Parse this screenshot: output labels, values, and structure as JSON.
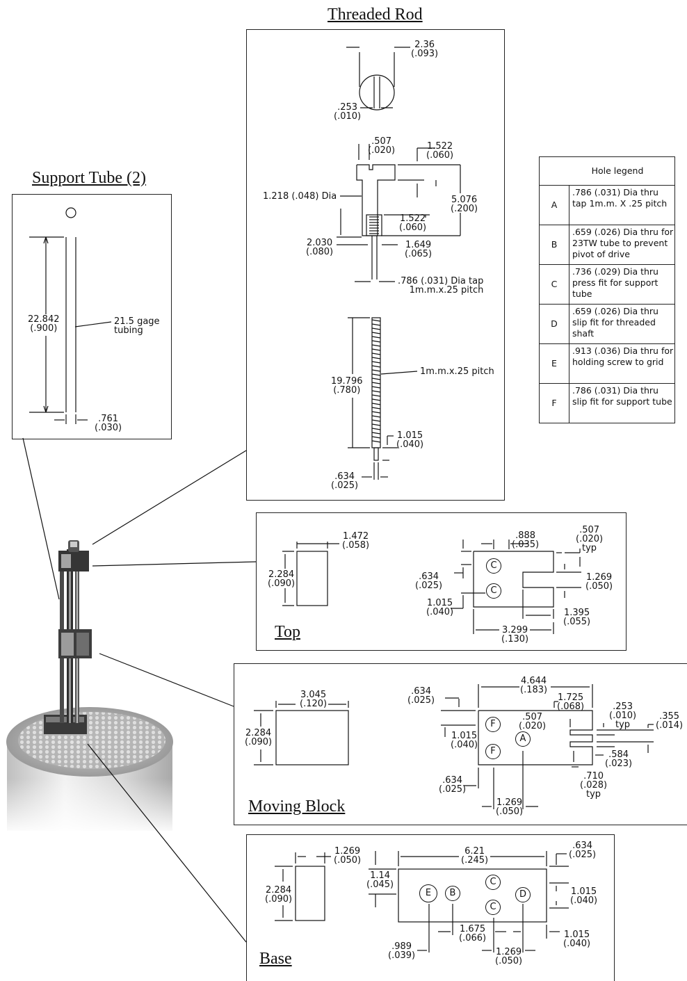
{
  "titles": {
    "threaded_rod": "Threaded Rod",
    "support_tube": "Support Tube (2)",
    "top": "Top",
    "moving_block": "Moving Block",
    "base": "Base"
  },
  "legend": {
    "header": "Hole legend",
    "rows": [
      {
        "key": "A",
        "desc": ".786 (.031) Dia thru tap 1m.m. X .25 pitch"
      },
      {
        "key": "B",
        "desc": ".659 (.026) Dia thru for 23TW tube to prevent pivot of drive"
      },
      {
        "key": "C",
        "desc": ".736 (.029) Dia thru press fit for support tube"
      },
      {
        "key": "D",
        "desc": ".659 (.026) Dia thru slip fit for threaded shaft"
      },
      {
        "key": "E",
        "desc": ".913 (.036) Dia thru for holding screw to grid"
      },
      {
        "key": "F",
        "desc": ".786 (.031) Dia thru slip fit for support tube"
      }
    ]
  },
  "support_tube": {
    "length": {
      "mm": "22.842",
      "in": "(.900)"
    },
    "width": {
      "mm": ".761",
      "in": "(.030)"
    },
    "note_line1": "21.5 gage",
    "note_line2": "tubing"
  },
  "threaded_rod": {
    "head_dia": {
      "mm": "2.36",
      "in": "(.093)"
    },
    "slot": {
      "mm": ".253",
      "in": "(.010)"
    },
    "slot_w": {
      "mm": ".507",
      "in": "(.020)"
    },
    "slot_d": {
      "mm": "1.522",
      "in": "(.060)"
    },
    "length": {
      "mm": "5.076",
      "in": "(.200)"
    },
    "collar_dia": "1.218 (.048) Dia",
    "tap_depth": {
      "mm": "1.522",
      "in": "(.060)"
    },
    "shank": {
      "mm": "2.030",
      "in": "(.080)"
    },
    "collar_w": {
      "mm": "1.649",
      "in": "(.065)"
    },
    "tap_line1": ".786 (.031) Dia tap",
    "tap_line2": "1m.m.x.25 pitch",
    "rod_len": {
      "mm": "19.796",
      "in": "(.780)"
    },
    "pitch": "1m.m.x.25 pitch",
    "tip_len": {
      "mm": "1.015",
      "in": "(.040)"
    },
    "tip_dia": {
      "mm": ".634",
      "in": "(.025)"
    }
  },
  "top": {
    "side_w": {
      "mm": "1.472",
      "in": "(.058)"
    },
    "side_h": {
      "mm": "2.284",
      "in": "(.090)"
    },
    "hole_gap": {
      "mm": ".888",
      "in": "(.035)"
    },
    "slot_w": {
      "mm": ".507",
      "in": "(.020)",
      "typ": "typ"
    },
    "edge": {
      "mm": ".634",
      "in": "(.025)"
    },
    "slot_h": {
      "mm": "1.269",
      "in": "(.050)"
    },
    "pitch": {
      "mm": "1.015",
      "in": "(.040)"
    },
    "slot_d": {
      "mm": "1.395",
      "in": "(.055)"
    },
    "length": {
      "mm": "3.299",
      "in": "(.130)"
    }
  },
  "moving_block": {
    "side_w": {
      "mm": "3.045",
      "in": "(.120)"
    },
    "side_h": {
      "mm": "2.284",
      "in": "(.090)"
    },
    "length": {
      "mm": "4.644",
      "in": "(.183)"
    },
    "edge": {
      "mm": ".634",
      "in": "(.025)"
    },
    "tab": {
      "mm": "1.725",
      "in": "(.068)"
    },
    "slot": {
      "mm": ".253",
      "in": "(.010)",
      "typ": "typ"
    },
    "slot2": {
      "mm": ".355",
      "in": "(.014)"
    },
    "hole_off": {
      "mm": ".507",
      "in": "(.020)"
    },
    "pitch": {
      "mm": "1.015",
      "in": "(.040)"
    },
    "notch": {
      "mm": ".584",
      "in": "(.023)"
    },
    "notch_w": {
      "mm": ".710",
      "in": "(.028)",
      "typ": "typ"
    },
    "edge2": {
      "mm": ".634",
      "in": "(.025)"
    },
    "hole_x": {
      "mm": "1.269",
      "in": "(.050)"
    }
  },
  "base": {
    "side_w": {
      "mm": "1.269",
      "in": "(.050)"
    },
    "side_h": {
      "mm": "2.284",
      "in": "(.090)"
    },
    "length": {
      "mm": "6.21",
      "in": "(.245)"
    },
    "edge": {
      "mm": ".634",
      "in": "(.025)"
    },
    "hole_y": {
      "mm": "1.14",
      "in": "(.045)"
    },
    "pitch": {
      "mm": "1.015",
      "in": "(.040)"
    },
    "hole_be": {
      "mm": "1.675",
      "in": "(.066)"
    },
    "edge_r": {
      "mm": "1.015",
      "in": "(.040)"
    },
    "hole_e": {
      "mm": ".989",
      "in": "(.039)"
    },
    "hole_cd": {
      "mm": "1.269",
      "in": "(.050)"
    }
  },
  "hole_labels": {
    "a": "A",
    "b": "B",
    "c": "C",
    "d": "D",
    "e": "E",
    "f": "F"
  }
}
